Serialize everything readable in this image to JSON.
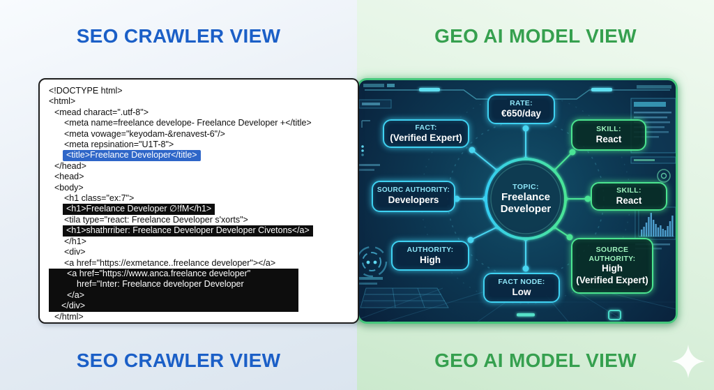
{
  "titles": {
    "seo": "SEO CRAWLER VIEW",
    "geo": "GEO AI MODEL VIEW"
  },
  "colors": {
    "seo_blue": "#1b5fc7",
    "geo_green": "#36a04f",
    "cyan_accent": "#3fd2f2",
    "green_accent": "#4be58f",
    "code_highlight_blue": "#2e66c8",
    "code_highlight_black": "#0d0d0d",
    "panel_border_green": "#46c87c"
  },
  "code_panel": {
    "lines": [
      {
        "text": "<!DOCTYPE html>",
        "indent": 0,
        "hl": "none"
      },
      {
        "text": "<html>",
        "indent": 0,
        "hl": "none"
      },
      {
        "text": "<mead charact=\".utf-8\">",
        "indent": 8,
        "hl": "none"
      },
      {
        "text": "<meta name=freelance develope- Freelance Developer +</title>",
        "indent": 22,
        "hl": "none"
      },
      {
        "text": "<meta vowage=\"keyodam-&renavest-6\"/>",
        "indent": 22,
        "hl": "none"
      },
      {
        "text": "<meta repsination=\"U1T-8\">",
        "indent": 22,
        "hl": "none"
      },
      {
        "text": "<title>Freelance Developer</title>",
        "indent": 20,
        "hl": "blue"
      },
      {
        "text": "</head>",
        "indent": 8,
        "hl": "none"
      },
      {
        "text": "<head>",
        "indent": 8,
        "hl": "none"
      },
      {
        "text": "<body>",
        "indent": 8,
        "hl": "none"
      },
      {
        "text": "<h1 class=\"ex:7\">",
        "indent": 22,
        "hl": "none"
      },
      {
        "text": "<h1>Freelance Developer ∅!fM</h1>",
        "indent": 20,
        "hl": "black"
      },
      {
        "text": "<tila type=\"react: Freelance Developer s'xorts\">",
        "indent": 22,
        "hl": "none"
      },
      {
        "text": "<h1>shathrriber: Freelance Developer Developer Civetons</a>",
        "indent": 20,
        "hl": "black"
      },
      {
        "text": "</h1>",
        "indent": 22,
        "hl": "none"
      },
      {
        "text": "<div>",
        "indent": 22,
        "hl": "none"
      },
      {
        "text": "<a href=\"https://exmetance..freelance developer\"></a>",
        "indent": 22,
        "hl": "none"
      },
      {
        "text": "<a href=\"https://www.anca.freelance developer\"",
        "indent": 30,
        "hl": "block"
      },
      {
        "text": "href=\"Inter: Freelance developer Developer",
        "indent": 44,
        "hl": "block"
      },
      {
        "text": "</a>",
        "indent": 30,
        "hl": "block"
      },
      {
        "text": "</div>",
        "indent": 22,
        "hl": "block"
      },
      {
        "text": "</html>",
        "indent": 8,
        "hl": "none"
      }
    ]
  },
  "diagram": {
    "center": {
      "label": "TOPIC:",
      "value": "Freelance Developer"
    },
    "nodes": {
      "rate": {
        "label": "RATE:",
        "value": "€650/day"
      },
      "fact": {
        "label": "FACT:",
        "value": "(Verified Expert)"
      },
      "skill_top": {
        "label": "SKILL:",
        "value": "React"
      },
      "source_authority_left": {
        "label": "SOURC AUTHORITY:",
        "value": "Developers"
      },
      "skill_right": {
        "label": "SKILL:",
        "value": "React"
      },
      "authority": {
        "label": "AUTHORITY:",
        "value": "High"
      },
      "fact_node": {
        "label": "FACT NODE:",
        "value": "Low"
      },
      "source_authority_right": {
        "label": "SOURCE AUTHORITY:",
        "value": "High",
        "value2": "(Verified Expert)"
      }
    }
  }
}
